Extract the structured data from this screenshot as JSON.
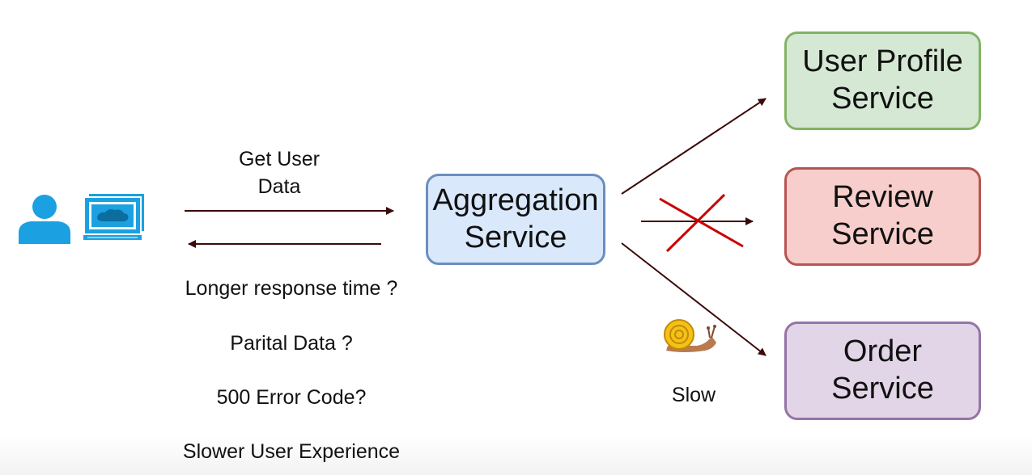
{
  "request": {
    "line1": "Get User",
    "line2": "Data"
  },
  "questions": [
    "Longer response time ?",
    "Parital Data ?",
    "500 Error Code?",
    "Slower User Experience"
  ],
  "services": {
    "aggregation": {
      "line1": "Aggregation",
      "line2": "Service"
    },
    "user_profile": {
      "line1": "User Profile",
      "line2": "Service"
    },
    "review": {
      "line1": "Review",
      "line2": "Service"
    },
    "order": {
      "line1": "Order",
      "line2": "Service"
    }
  },
  "slow_label": "Slow",
  "icons": {
    "user": "user-icon",
    "computer": "computer-icon",
    "snail": "snail-icon",
    "failure": "red-x-icon"
  },
  "colors": {
    "arrow": "#3b0a0a",
    "failure": "#cc0000",
    "user_icon": "#1ba1e2",
    "aggregation_fill": "#dae8fc",
    "user_profile_fill": "#d5e8d4",
    "review_fill": "#f8cecc",
    "order_fill": "#e1d5e7"
  }
}
